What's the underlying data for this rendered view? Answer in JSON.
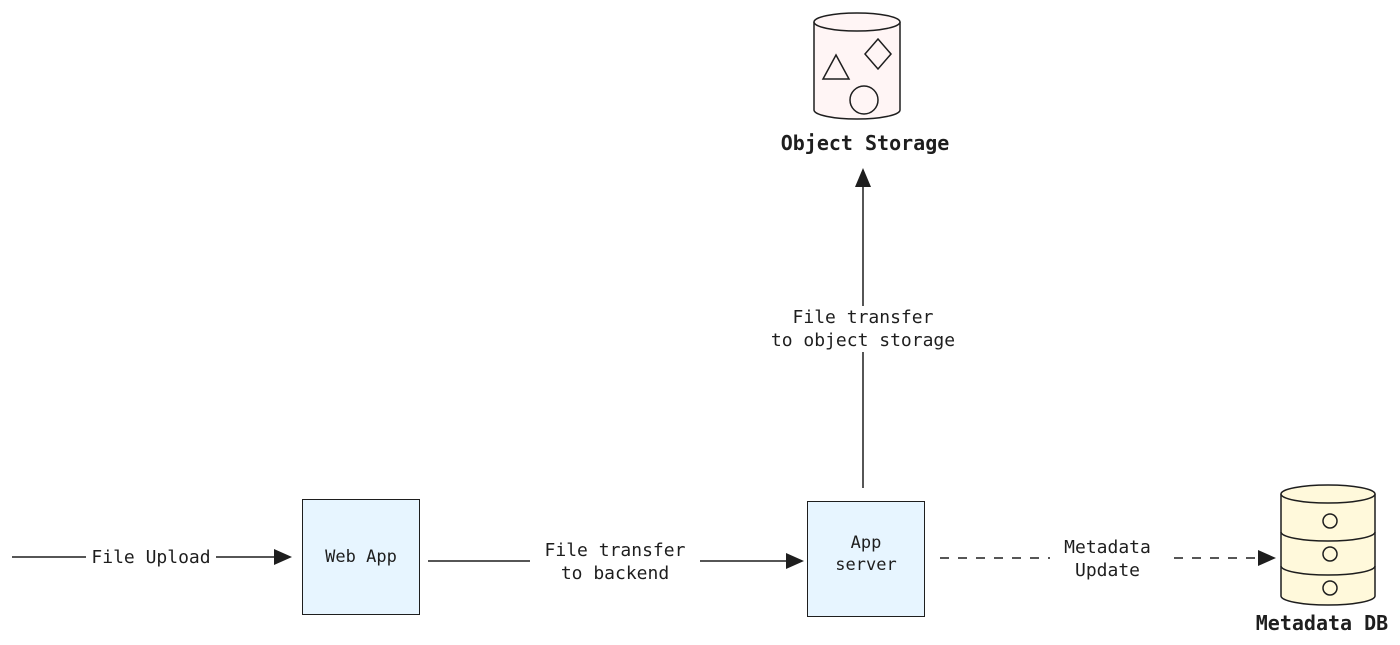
{
  "colors": {
    "box_fill": "#e7f5ff",
    "storage_fill": "#fff5f5",
    "db_fill": "#fff9db",
    "stroke": "#1e1e1e"
  },
  "nodes": {
    "web_app": "Web App",
    "app_server": "App\nserver",
    "object_storage": "Object Storage",
    "metadata_db": "Metadata DB"
  },
  "edges": {
    "file_upload": "File Upload",
    "to_backend": "File transfer\nto backend",
    "to_object_storage": "File transfer\nto object storage",
    "metadata_update": "Metadata\nUpdate"
  }
}
